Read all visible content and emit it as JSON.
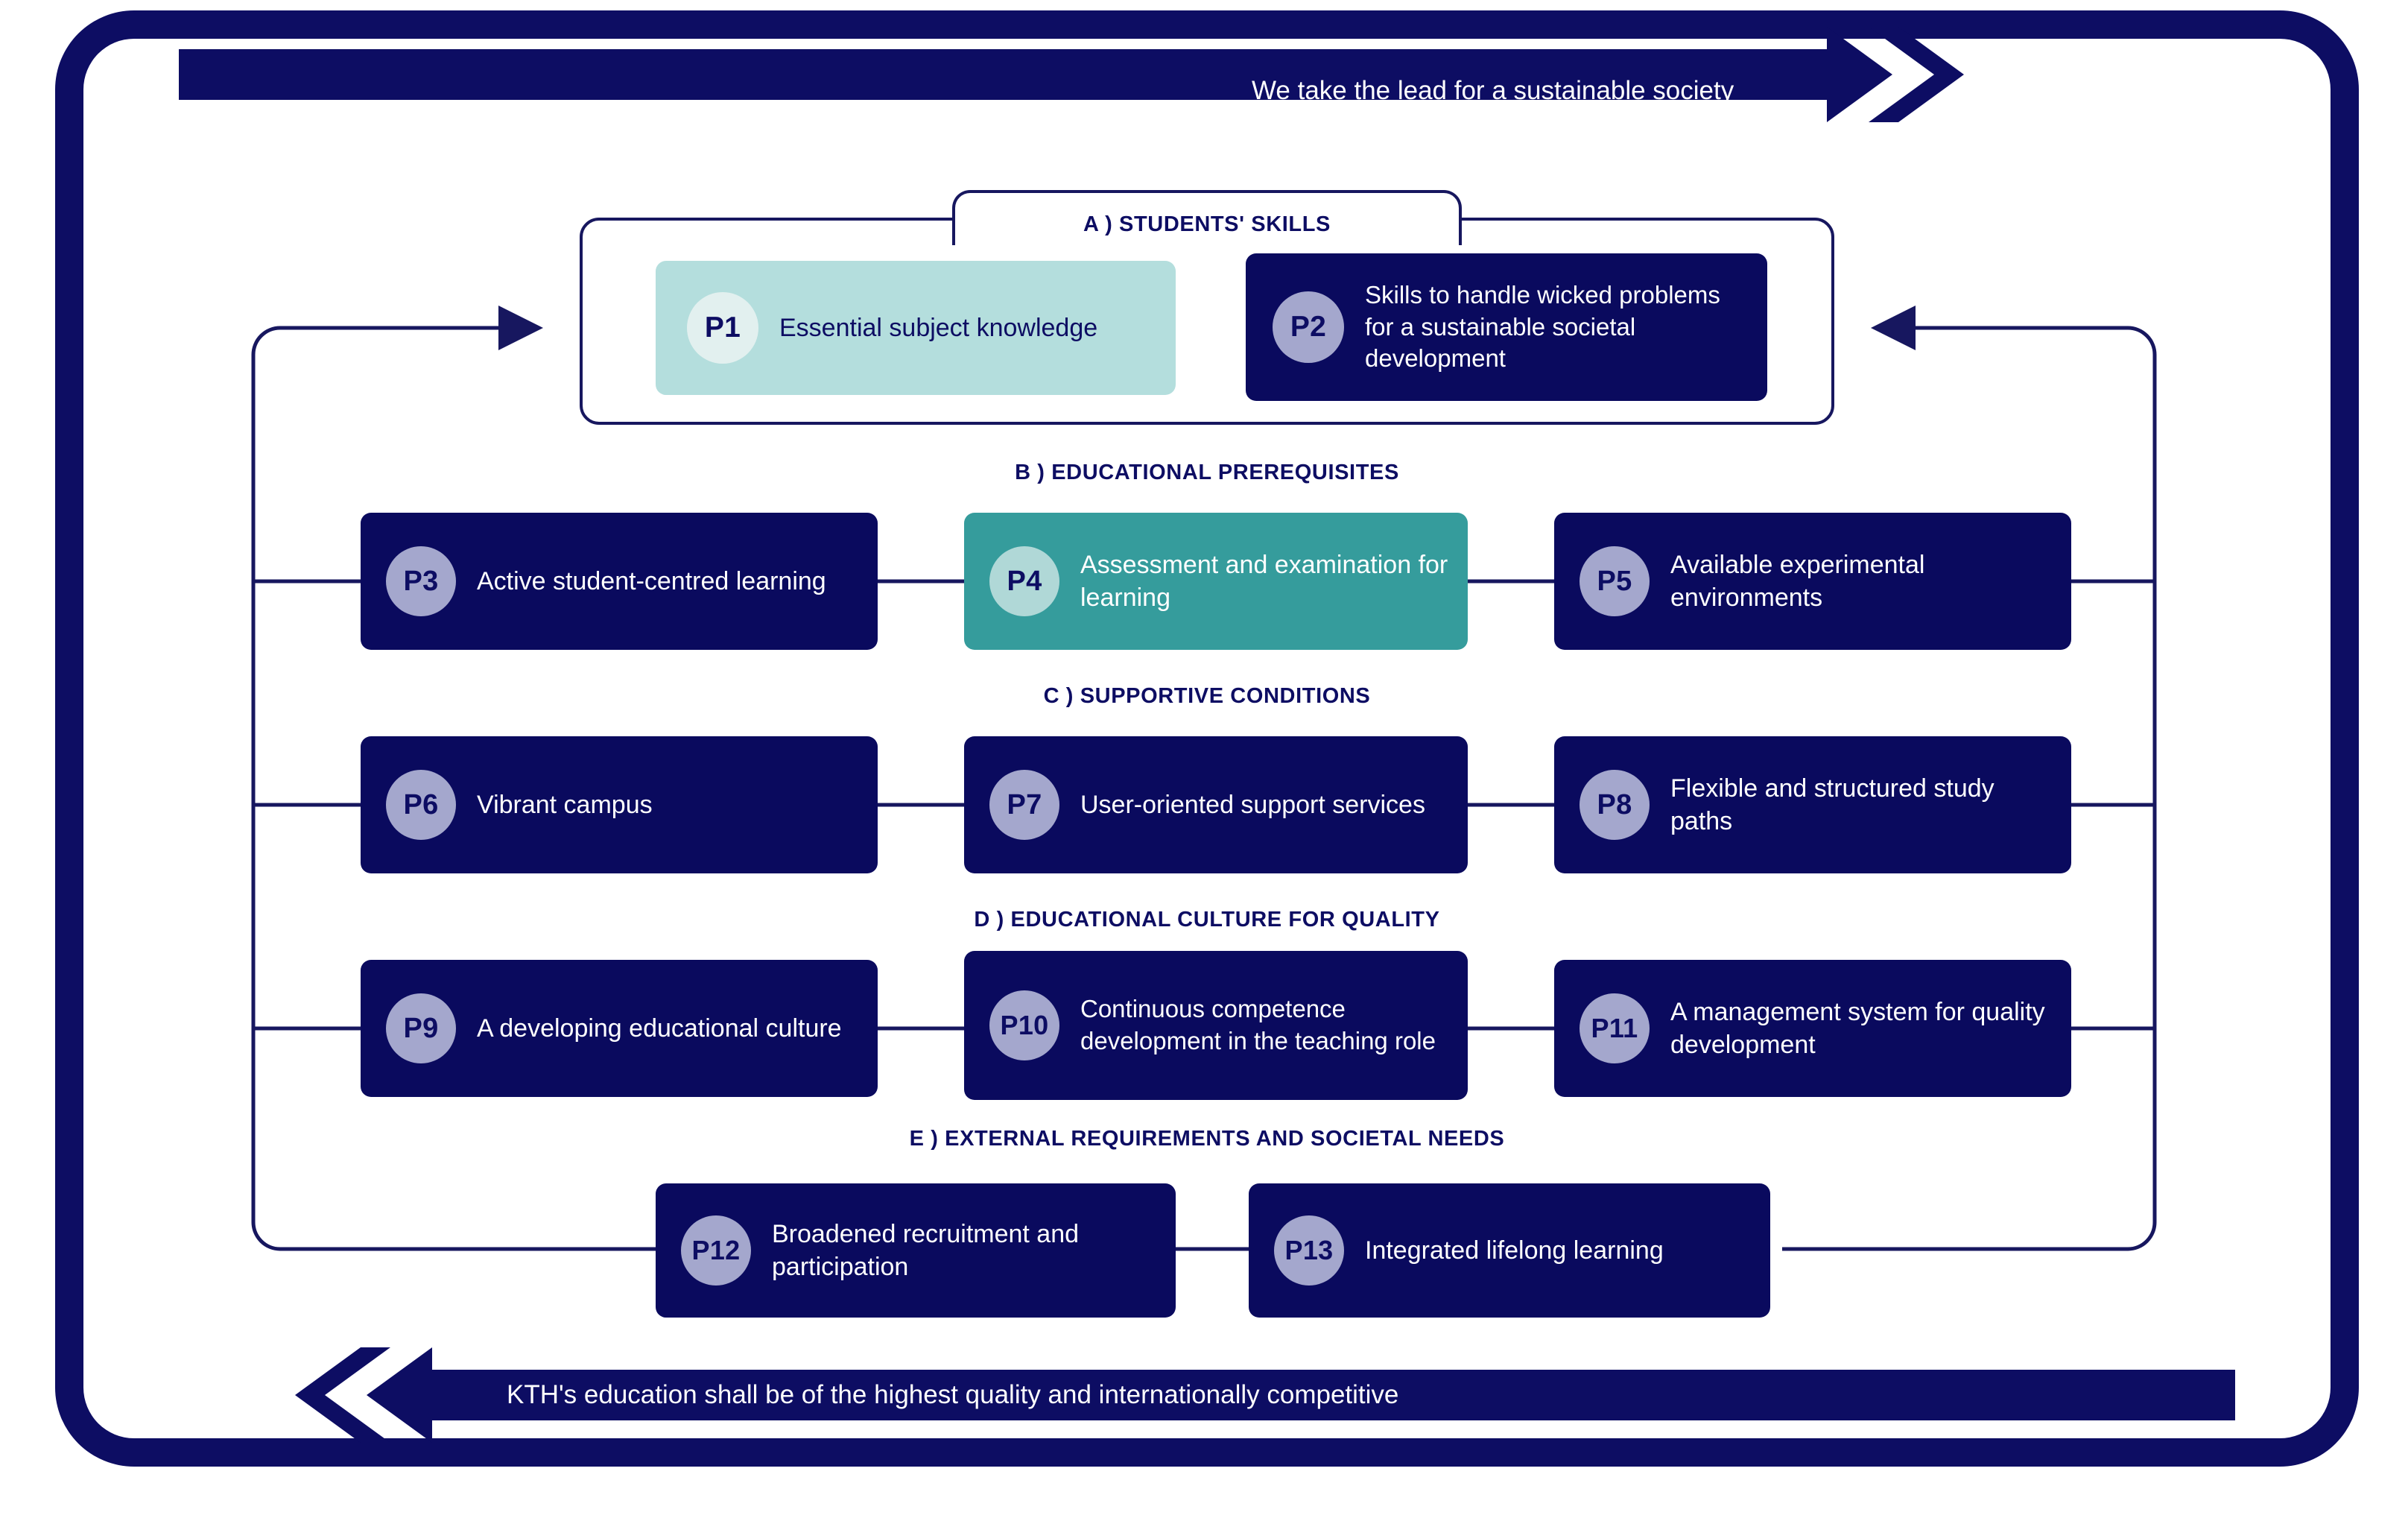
{
  "diagram": {
    "title_top": "We take the lead for a sustainable society",
    "title_bottom": "KTH's education shall be of the highest quality and internationally competitive",
    "colors": {
      "navy": "#0a0a5e",
      "frame_navy": "#0d0d63",
      "teal": "#359c9c",
      "mint": "#b4dedd",
      "badge_lavender": "#a4a7cd",
      "badge_pale": "#e2f0ef",
      "badge_light_teal": "#b0d8d7",
      "text_white": "#ffffff",
      "wire": "#17175f"
    }
  },
  "sections": [
    {
      "key": "A",
      "title": "A ) STUDENTS' SKILLS",
      "cards": [
        {
          "id": "P1",
          "label": "Essential subject knowledge",
          "style": "mint"
        },
        {
          "id": "P2",
          "label": "Skills to handle wicked problems for a sustainable societal development",
          "style": "navy"
        }
      ]
    },
    {
      "key": "B",
      "title": "B ) EDUCATIONAL PREREQUISITES",
      "cards": [
        {
          "id": "P3",
          "label": "Active student-centred learning",
          "style": "navy"
        },
        {
          "id": "P4",
          "label": "Assessment and examination for learning",
          "style": "teal"
        },
        {
          "id": "P5",
          "label": "Available experimental environments",
          "style": "navy"
        }
      ]
    },
    {
      "key": "C",
      "title": "C ) SUPPORTIVE CONDITIONS",
      "cards": [
        {
          "id": "P6",
          "label": "Vibrant campus",
          "style": "navy"
        },
        {
          "id": "P7",
          "label": "User-oriented support services",
          "style": "navy"
        },
        {
          "id": "P8",
          "label": "Flexible and structured study paths",
          "style": "navy"
        }
      ]
    },
    {
      "key": "D",
      "title": "D ) EDUCATIONAL CULTURE FOR QUALITY",
      "cards": [
        {
          "id": "P9",
          "label": "A developing educational culture",
          "style": "navy"
        },
        {
          "id": "P10",
          "label": "Continuous competence development in the teaching role",
          "style": "navy"
        },
        {
          "id": "P11",
          "label": "A management system for quality development",
          "style": "navy"
        }
      ]
    },
    {
      "key": "E",
      "title": "E ) EXTERNAL REQUIREMENTS AND SOCIETAL NEEDS",
      "cards": [
        {
          "id": "P12",
          "label": "Broadened recruitment and participation",
          "style": "navy"
        },
        {
          "id": "P13",
          "label": "Integrated lifelong learning",
          "style": "navy"
        }
      ]
    }
  ]
}
